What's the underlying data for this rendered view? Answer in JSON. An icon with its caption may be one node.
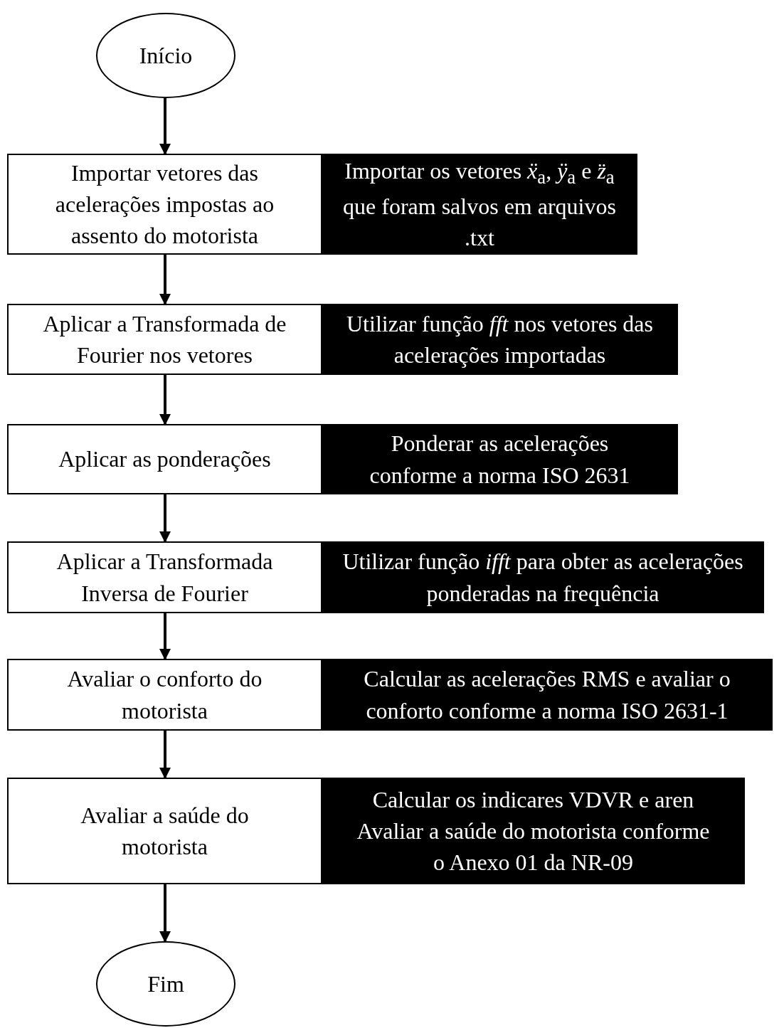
{
  "diagram": {
    "nodes": [
      {
        "text": [
          "Início"
        ]
      },
      {
        "text": [
          "Importar vetores das acelerações impostas ao assento do motorista"
        ]
      },
      {
        "text": [
          "Importar os vetores *ẍ*$_{a}$, *ÿ*$_{a}$ e *z̈*$_{a}$ que foram salvos em arquivos .txt"
        ]
      },
      {
        "text": [
          "Aplicar a Transformada de Fourier nos vetores"
        ]
      },
      {
        "text": [
          "Utilizar função *fft* nos vetores das acelerações importadas"
        ]
      },
      {
        "text": [
          "Aplicar as ponderações"
        ]
      },
      {
        "text": [
          "Ponderar as acelerações conforme a norma ISO 2631"
        ]
      },
      {
        "text": [
          "Aplicar a Transformada Inversa de Fourier"
        ]
      },
      {
        "text": [
          "Utilizar função *ifft* para obter as acelerações ponderadas na frequência"
        ]
      },
      {
        "text": [
          "Avaliar o conforto do motorista"
        ]
      },
      {
        "text": [
          "Calcular as acelerações RMS e avaliar o conforto conforme a norma ISO 2631-1"
        ]
      },
      {
        "text": [
          "Avaliar a saúde do motorista"
        ]
      },
      {
        "text": [
          "Calcular os indicares VDVR e aren",
          "Avaliar a saúde do motorista conforme o Anexo 01 da NR-09"
        ]
      },
      {
        "text": [
          "Fim"
        ]
      }
    ],
    "edges": [
      {
        "from": 0,
        "to": 1,
        "arrow": "to"
      },
      {
        "from": 1,
        "to": 3,
        "arrow": "to"
      },
      {
        "from": 3,
        "to": 5,
        "arrow": "to"
      },
      {
        "from": 5,
        "to": 7,
        "arrow": "to"
      },
      {
        "from": 7,
        "to": 9,
        "arrow": "to"
      },
      {
        "from": 9,
        "to": 11,
        "arrow": "to"
      },
      {
        "from": 11,
        "to": 13,
        "arrow": "to"
      }
    ]
  }
}
